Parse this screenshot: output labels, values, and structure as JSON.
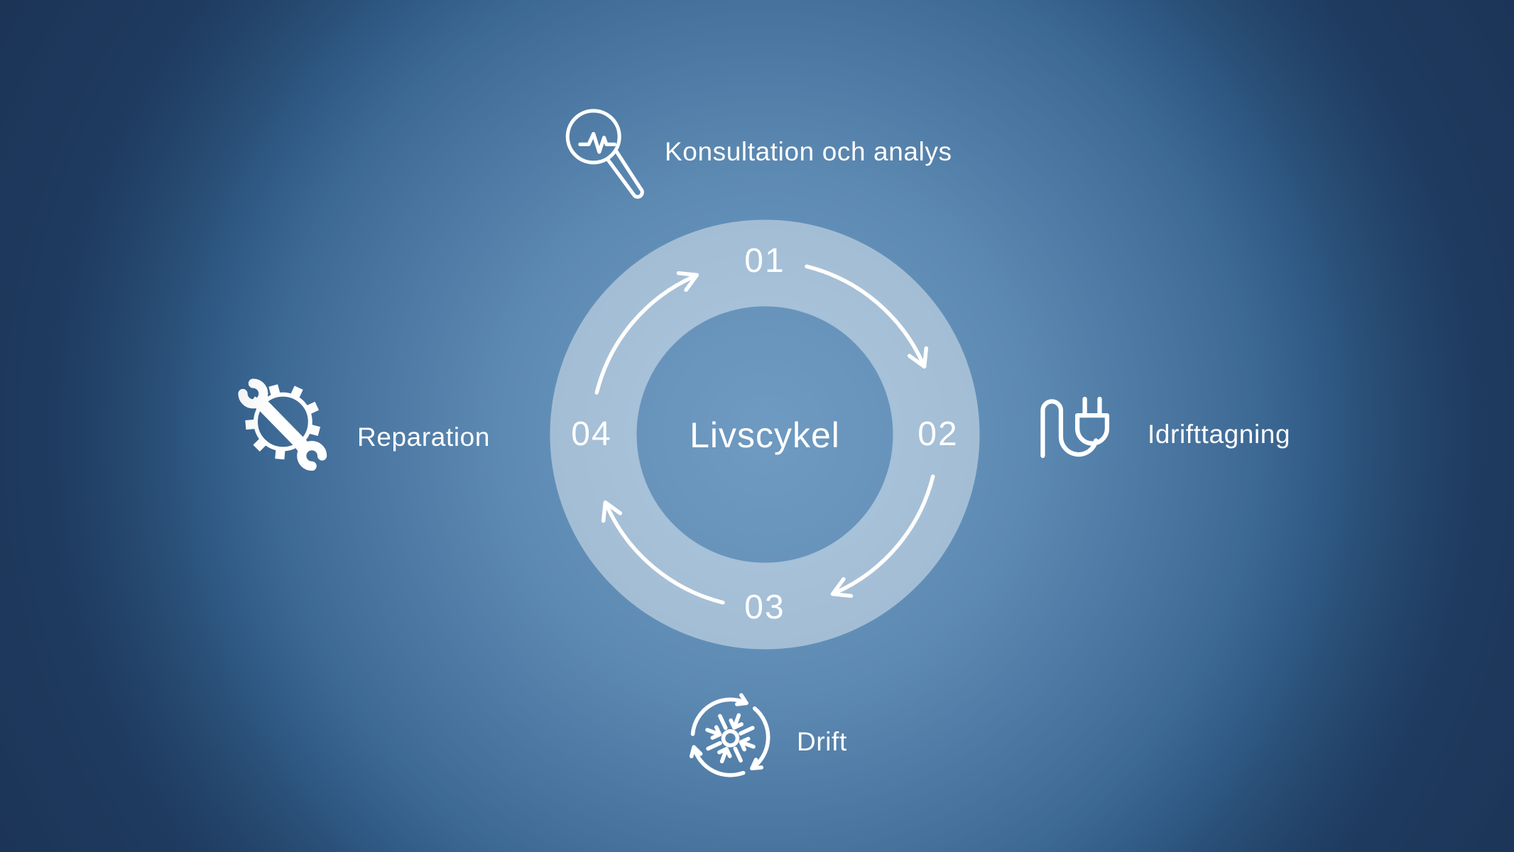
{
  "diagram": {
    "title": "Livscykel",
    "flow_direction": "clockwise",
    "stages": [
      {
        "number": "01",
        "label": "Konsultation och analys",
        "icon": "magnifier-pulse-icon",
        "position": "top"
      },
      {
        "number": "02",
        "label": "Idrifttagning",
        "icon": "power-plug-icon",
        "position": "right"
      },
      {
        "number": "03",
        "label": "Drift",
        "icon": "cycle-turbine-icon",
        "position": "bottom"
      },
      {
        "number": "04",
        "label": "Reparation",
        "icon": "gear-wrench-icon",
        "position": "left"
      }
    ]
  },
  "colors": {
    "text": "#ffffff",
    "ring_band": "rgba(255,255,255,0.42)",
    "background_center": "#6f9ac1",
    "background_edge": "#1c3558"
  }
}
